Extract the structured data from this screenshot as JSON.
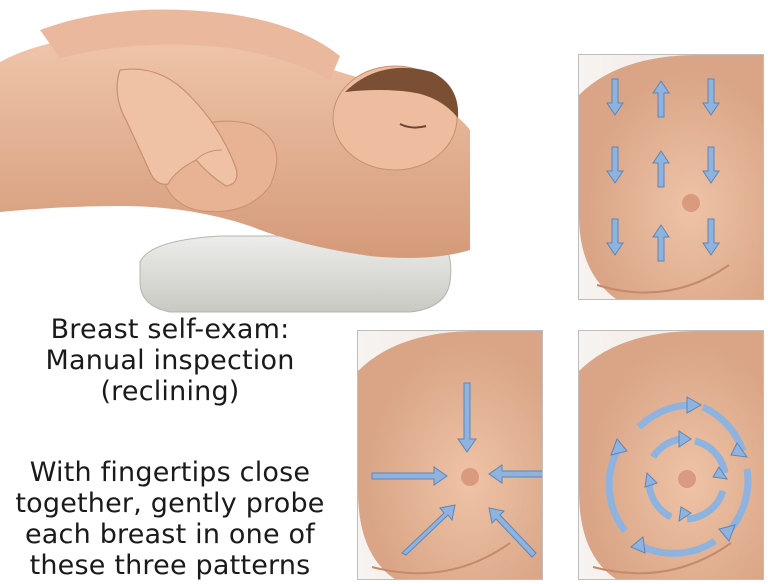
{
  "caption": {
    "title_lines": [
      "Breast self-exam:",
      "Manual inspection",
      "(reclining)"
    ],
    "instruction_lines": [
      "With fingertips close",
      "together, gently probe",
      "each breast in one of",
      "these three patterns"
    ]
  },
  "illustrations": {
    "reclining_woman": "woman-reclining-on-pillow",
    "pattern_vertical": "vertical-strip-pattern",
    "pattern_radial": "radial-wedge-pattern",
    "pattern_circular": "circular-pattern"
  },
  "colors": {
    "skin": "#e8b89a",
    "skin_shadow": "#c98f70",
    "pillow": "#dcdcd6",
    "arrow": "#8fb3df",
    "arrow_stroke": "#5f85b8",
    "panel_border": "#bdbdbd"
  }
}
